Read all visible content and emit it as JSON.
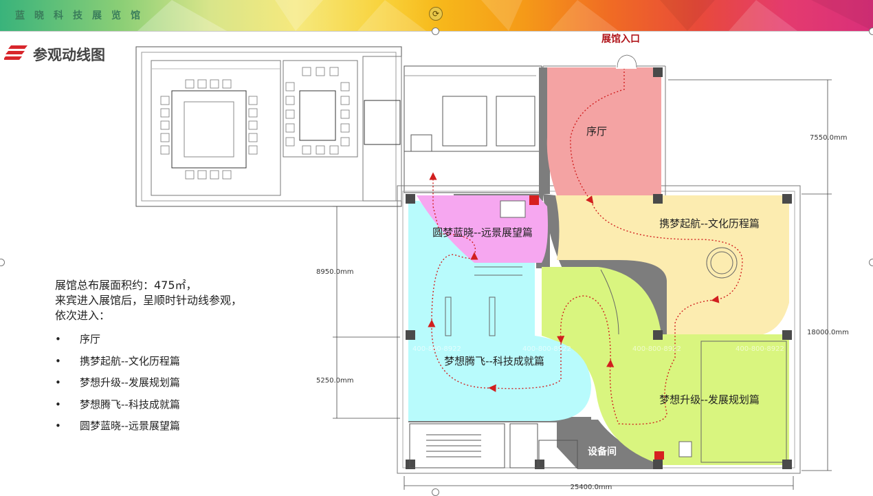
{
  "banner": {
    "title": "蓝晓科技展览馆"
  },
  "page": {
    "title": "参观动线图"
  },
  "plan": {
    "entrance_label": "展馆入口",
    "equipment_room_label": "设备间",
    "zones": [
      {
        "name": "序厅",
        "color": "#f4a3a3"
      },
      {
        "name": "携梦起航--文化历程篇",
        "color": "#fcecb0"
      },
      {
        "name": "梦想升级--发展规划篇",
        "color": "#d9f57f"
      },
      {
        "name": "梦想腾飞--科技成就篇",
        "color": "#b8fbfc"
      },
      {
        "name": "圆梦蓝晓--远景展望篇",
        "color": "#f6a7f0"
      }
    ],
    "dimensions": {
      "right_top": "7550.0mm",
      "right_total": "18000.0mm",
      "left_upper": "8950.0mm",
      "left_lower": "5250.0mm",
      "bottom": "25400.0mm"
    },
    "watermark": "400-800-8922"
  },
  "info": {
    "line1": "展馆总布展面积约：475㎡，",
    "line2": "来宾进入展馆后，呈顺时针动线参观，",
    "line3": "依次进入：",
    "bullet_symbol": "•",
    "items": [
      "序厅",
      "携梦起航--文化历程篇",
      "梦想升级--发展规划篇",
      "梦想腾飞--科技成就篇",
      "圆梦蓝晓--远景展望篇"
    ]
  },
  "colors": {
    "route": "#d11f1f",
    "wall": "#7a7a7a",
    "pillar": "#4a4a4a"
  }
}
